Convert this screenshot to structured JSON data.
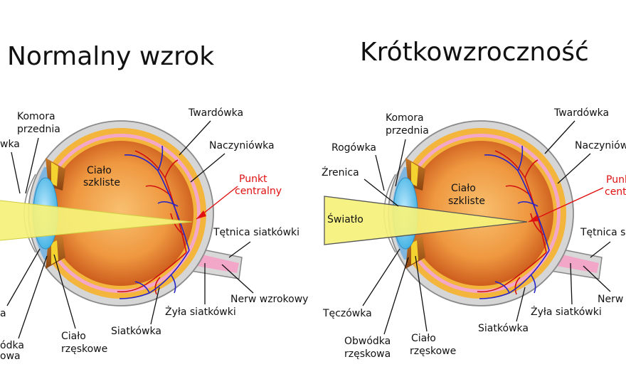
{
  "left": {
    "title": "Normalny wzrok",
    "labels": {
      "komora_1": "Komora",
      "komora_2": "przednia",
      "rogowka_partial": "wka",
      "twardowka": "Twardówka",
      "naczyniowka": "Naczyniówka",
      "cialo_szkliste_1": "Ciało",
      "cialo_szkliste_2": "szkliste",
      "punkt_1": "Punkt",
      "punkt_2": "centralny",
      "tetnica": "Tętnica siatkówki",
      "nerw": "Nerw wzrokowy",
      "zyla": "Żyła siatkówki",
      "siatkowka": "Siatkówka",
      "cialo_rzeskowe_1": "Ciało",
      "cialo_rzeskowe_2": "rzęskowe",
      "obwodka_1": "ódka",
      "obwodka_2": "owa",
      "teczowka_partial": "a"
    }
  },
  "right": {
    "title": "Krótkowzroczność",
    "labels": {
      "komora_1": "Komora",
      "komora_2": "przednia",
      "rogowka": "Rogówka",
      "zrenica": "Źrenica",
      "swiatlo": "Światło",
      "twardowka": "Twardówka",
      "naczyniowka": "Naczyniów",
      "cialo_szkliste_1": "Ciało",
      "cialo_szkliste_2": "szkliste",
      "punkt_1": "Punk",
      "punkt_2": "centr",
      "tetnica": "Tętnica s",
      "nerw": "Nerw",
      "zyla": "Żyła siatkówki",
      "siatkowka": "Siatkówka",
      "teczowka": "Tęczówka",
      "obwodka_1": "Obwódka",
      "obwodka_2": "rzęskowa",
      "cialo_rzeskowe_1": "Ciało",
      "cialo_rzeskowe_2": "rzęskowe"
    }
  },
  "colors": {
    "sclera": "#d4d4d4",
    "choroid": "#f0b43a",
    "retina": "#f2a6c8",
    "vitreous_center": "#f6b35a",
    "vitreous_edge": "#c8501a",
    "lens": "#5cc3ea",
    "cornea": "#7fb6e0",
    "light": "#f4f07a",
    "vessel_red": "#d01010",
    "vessel_blue": "#2020c8",
    "punkt_label": "#e01010"
  },
  "icons": [
    "eye-cross-section-normal",
    "eye-cross-section-myopia"
  ]
}
